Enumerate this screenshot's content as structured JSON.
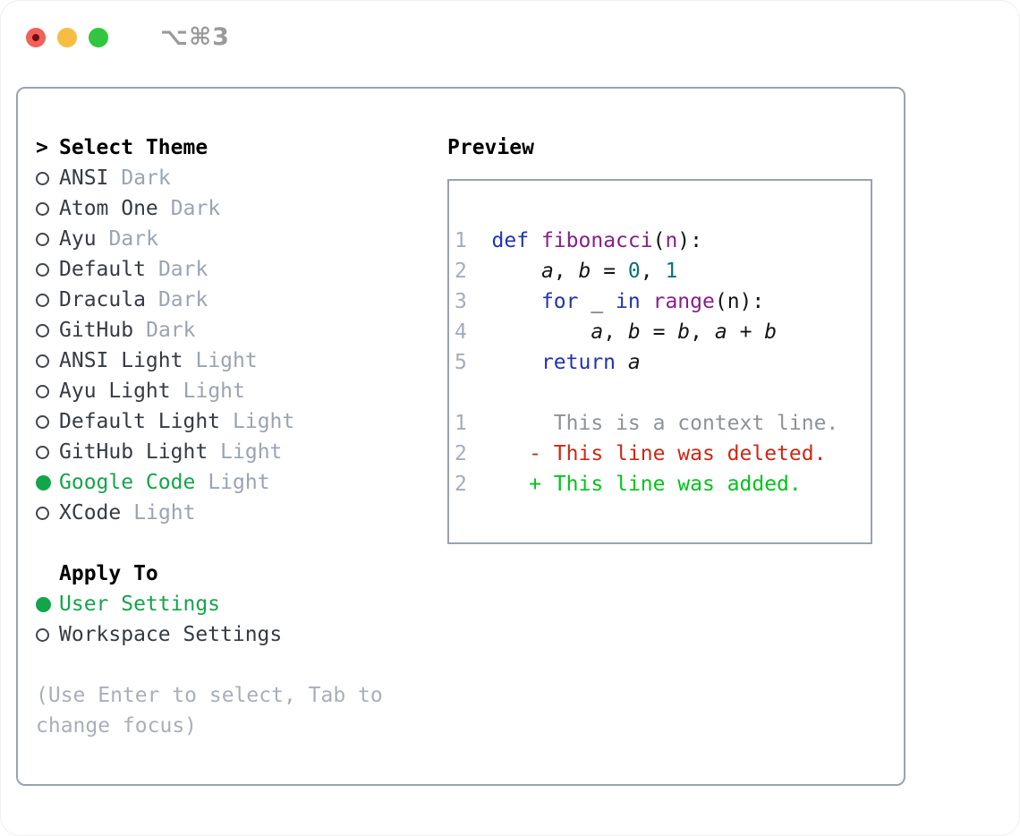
{
  "window": {
    "title": "⌥⌘3",
    "traffic_lights": [
      "close",
      "minimize",
      "zoom"
    ]
  },
  "colors": {
    "selection_green": "#13a54a",
    "added_green": "#00c41c",
    "deleted_red": "#cc2814",
    "keyword_blue": "#2233b2",
    "function_purple": "#871e8c",
    "number_teal": "#0a7373",
    "border_gray": "#9aa3ae",
    "muted_gray": "#9aa4b2"
  },
  "theme_section": {
    "prompt_marker": ">",
    "title": "Select Theme",
    "items": [
      {
        "name": "ANSI",
        "variant": "Dark",
        "selected": false
      },
      {
        "name": "Atom One",
        "variant": "Dark",
        "selected": false
      },
      {
        "name": "Ayu",
        "variant": "Dark",
        "selected": false
      },
      {
        "name": "Default",
        "variant": "Dark",
        "selected": false
      },
      {
        "name": "Dracula",
        "variant": "Dark",
        "selected": false
      },
      {
        "name": "GitHub",
        "variant": "Dark",
        "selected": false
      },
      {
        "name": "ANSI Light",
        "variant": "Light",
        "selected": false
      },
      {
        "name": "Ayu Light",
        "variant": "Light",
        "selected": false
      },
      {
        "name": "Default Light",
        "variant": "Light",
        "selected": false
      },
      {
        "name": "GitHub Light",
        "variant": "Light",
        "selected": false
      },
      {
        "name": "Google Code",
        "variant": "Light",
        "selected": true
      },
      {
        "name": "XCode",
        "variant": "Light",
        "selected": false
      }
    ]
  },
  "apply_section": {
    "title": "Apply To",
    "items": [
      {
        "name": "User Settings",
        "selected": true
      },
      {
        "name": "Workspace Settings",
        "selected": false
      }
    ]
  },
  "hint": {
    "lines": [
      "(Use Enter to select, Tab to",
      "change focus)"
    ]
  },
  "preview": {
    "title": "Preview",
    "code_lines": [
      [
        [
          "1  ",
          "ln"
        ],
        [
          "def",
          "kw"
        ],
        [
          " ",
          "pl"
        ],
        [
          "fibonacci",
          "fn"
        ],
        [
          "(",
          "pl"
        ],
        [
          "n",
          "pm"
        ],
        [
          "):",
          "pl"
        ]
      ],
      [
        [
          "2  ",
          "ln"
        ],
        [
          "    ",
          "pl"
        ],
        [
          "a",
          "vr"
        ],
        [
          ", ",
          "pl"
        ],
        [
          "b",
          "vr"
        ],
        [
          " = ",
          "pl"
        ],
        [
          "0",
          "nm"
        ],
        [
          ", ",
          "pl"
        ],
        [
          "1",
          "nm"
        ]
      ],
      [
        [
          "3  ",
          "ln"
        ],
        [
          "    ",
          "pl"
        ],
        [
          "for",
          "kw"
        ],
        [
          " _ ",
          "pl"
        ],
        [
          "in",
          "kw"
        ],
        [
          " ",
          "pl"
        ],
        [
          "range",
          "fn"
        ],
        [
          "(n):",
          "pl"
        ]
      ],
      [
        [
          "4  ",
          "ln"
        ],
        [
          "        ",
          "pl"
        ],
        [
          "a",
          "vr"
        ],
        [
          ", ",
          "pl"
        ],
        [
          "b",
          "vr"
        ],
        [
          " = ",
          "pl"
        ],
        [
          "b",
          "vr"
        ],
        [
          ", ",
          "pl"
        ],
        [
          "a",
          "vr"
        ],
        [
          " + ",
          "pl"
        ],
        [
          "b",
          "vr"
        ]
      ],
      [
        [
          "5  ",
          "ln"
        ],
        [
          "    ",
          "pl"
        ],
        [
          "return",
          "kw"
        ],
        [
          " ",
          "pl"
        ],
        [
          "a",
          "vr"
        ]
      ]
    ],
    "diff_lines": [
      [
        [
          "1",
          "ln"
        ],
        [
          "       ",
          "pl"
        ],
        [
          "This is a context line.",
          "cx"
        ]
      ],
      [
        [
          "2",
          "ln"
        ],
        [
          "     ",
          "pl"
        ],
        [
          "- This line was deleted.",
          "dl"
        ]
      ],
      [
        [
          "2",
          "ln"
        ],
        [
          "     ",
          "pl"
        ],
        [
          "+ This line was added.",
          "ad"
        ]
      ]
    ]
  }
}
